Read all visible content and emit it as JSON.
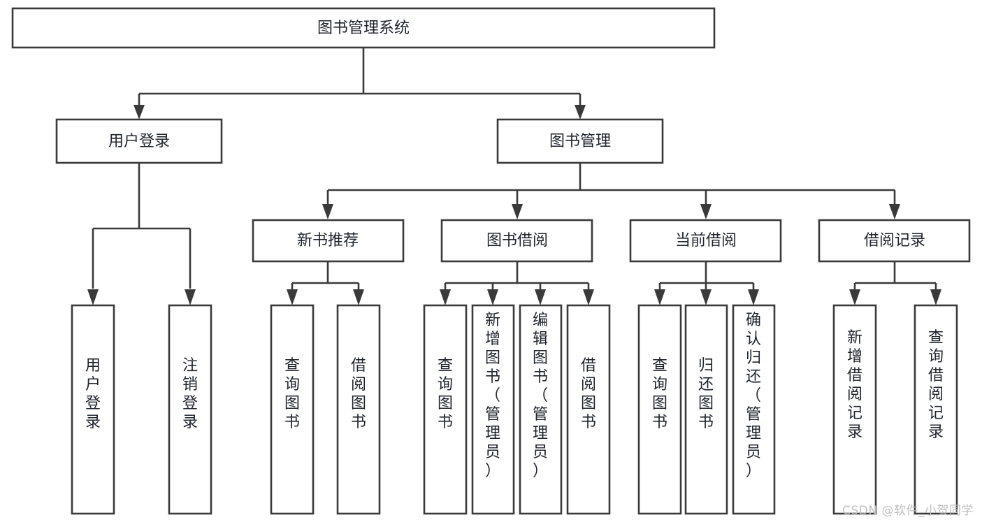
{
  "diagram": {
    "type": "tree",
    "title": "图书管理系统",
    "watermark": "CSDN @软件_小贺同学",
    "colors": {
      "stroke": "#3a3a3a",
      "fill": "#ffffff",
      "text": "#20242c",
      "watermark": "#bfbfbf"
    },
    "nodes": {
      "root": {
        "label": "图书管理系统",
        "level": 1,
        "orientation": "horizontal"
      },
      "l2": [
        {
          "id": "user-login",
          "label": "用户登录",
          "level": 2,
          "orientation": "horizontal"
        },
        {
          "id": "book-manage",
          "label": "图书管理",
          "level": 2,
          "orientation": "horizontal"
        }
      ],
      "l3": [
        {
          "id": "new-book-rec",
          "label": "新书推荐",
          "level": 3,
          "orientation": "horizontal"
        },
        {
          "id": "book-borrow",
          "label": "图书借阅",
          "level": 3,
          "orientation": "horizontal"
        },
        {
          "id": "current-borrow",
          "label": "当前借阅",
          "level": 3,
          "orientation": "horizontal"
        },
        {
          "id": "borrow-record",
          "label": "借阅记录",
          "level": 3,
          "orientation": "horizontal"
        }
      ],
      "leaves": [
        {
          "id": "leaf-user-login",
          "parent": "user-login",
          "label": "用户登录",
          "orientation": "vertical"
        },
        {
          "id": "leaf-user-logout",
          "parent": "user-login",
          "label": "注销登录",
          "orientation": "vertical"
        },
        {
          "id": "leaf-rec-query-book",
          "parent": "new-book-rec",
          "label": "查询图书",
          "orientation": "vertical"
        },
        {
          "id": "leaf-rec-borrow-book",
          "parent": "new-book-rec",
          "label": "借阅图书",
          "orientation": "vertical"
        },
        {
          "id": "leaf-borrow-query-book",
          "parent": "book-borrow",
          "label": "查询图书",
          "orientation": "vertical"
        },
        {
          "id": "leaf-borrow-add-book",
          "parent": "book-borrow",
          "label": "新增图书（管理员）",
          "orientation": "vertical"
        },
        {
          "id": "leaf-borrow-edit-book",
          "parent": "book-borrow",
          "label": "编辑图书（管理员）",
          "orientation": "vertical"
        },
        {
          "id": "leaf-borrow-borrow-book",
          "parent": "book-borrow",
          "label": "借阅图书",
          "orientation": "vertical"
        },
        {
          "id": "leaf-current-query-book",
          "parent": "current-borrow",
          "label": "查询图书",
          "orientation": "vertical"
        },
        {
          "id": "leaf-current-return-book",
          "parent": "current-borrow",
          "label": "归还图书",
          "orientation": "vertical"
        },
        {
          "id": "leaf-current-confirm-return",
          "parent": "current-borrow",
          "label": "确认归还（管理员）",
          "orientation": "vertical"
        },
        {
          "id": "leaf-record-add",
          "parent": "borrow-record",
          "label": "新增借阅记录",
          "orientation": "vertical"
        },
        {
          "id": "leaf-record-query",
          "parent": "borrow-record",
          "label": "查询借阅记录",
          "orientation": "vertical"
        }
      ]
    },
    "edges": [
      {
        "from": "root",
        "to": "user-login"
      },
      {
        "from": "root",
        "to": "book-manage"
      },
      {
        "from": "user-login",
        "to": "leaf-user-login"
      },
      {
        "from": "user-login",
        "to": "leaf-user-logout"
      },
      {
        "from": "book-manage",
        "to": "new-book-rec"
      },
      {
        "from": "book-manage",
        "to": "book-borrow"
      },
      {
        "from": "book-manage",
        "to": "current-borrow"
      },
      {
        "from": "book-manage",
        "to": "borrow-record"
      },
      {
        "from": "new-book-rec",
        "to": "leaf-rec-query-book"
      },
      {
        "from": "new-book-rec",
        "to": "leaf-rec-borrow-book"
      },
      {
        "from": "book-borrow",
        "to": "leaf-borrow-query-book"
      },
      {
        "from": "book-borrow",
        "to": "leaf-borrow-add-book"
      },
      {
        "from": "book-borrow",
        "to": "leaf-borrow-edit-book"
      },
      {
        "from": "book-borrow",
        "to": "leaf-borrow-borrow-book"
      },
      {
        "from": "current-borrow",
        "to": "leaf-current-query-book"
      },
      {
        "from": "current-borrow",
        "to": "leaf-current-return-book"
      },
      {
        "from": "current-borrow",
        "to": "leaf-current-confirm-return"
      },
      {
        "from": "borrow-record",
        "to": "leaf-record-add"
      },
      {
        "from": "borrow-record",
        "to": "leaf-record-query"
      }
    ]
  }
}
